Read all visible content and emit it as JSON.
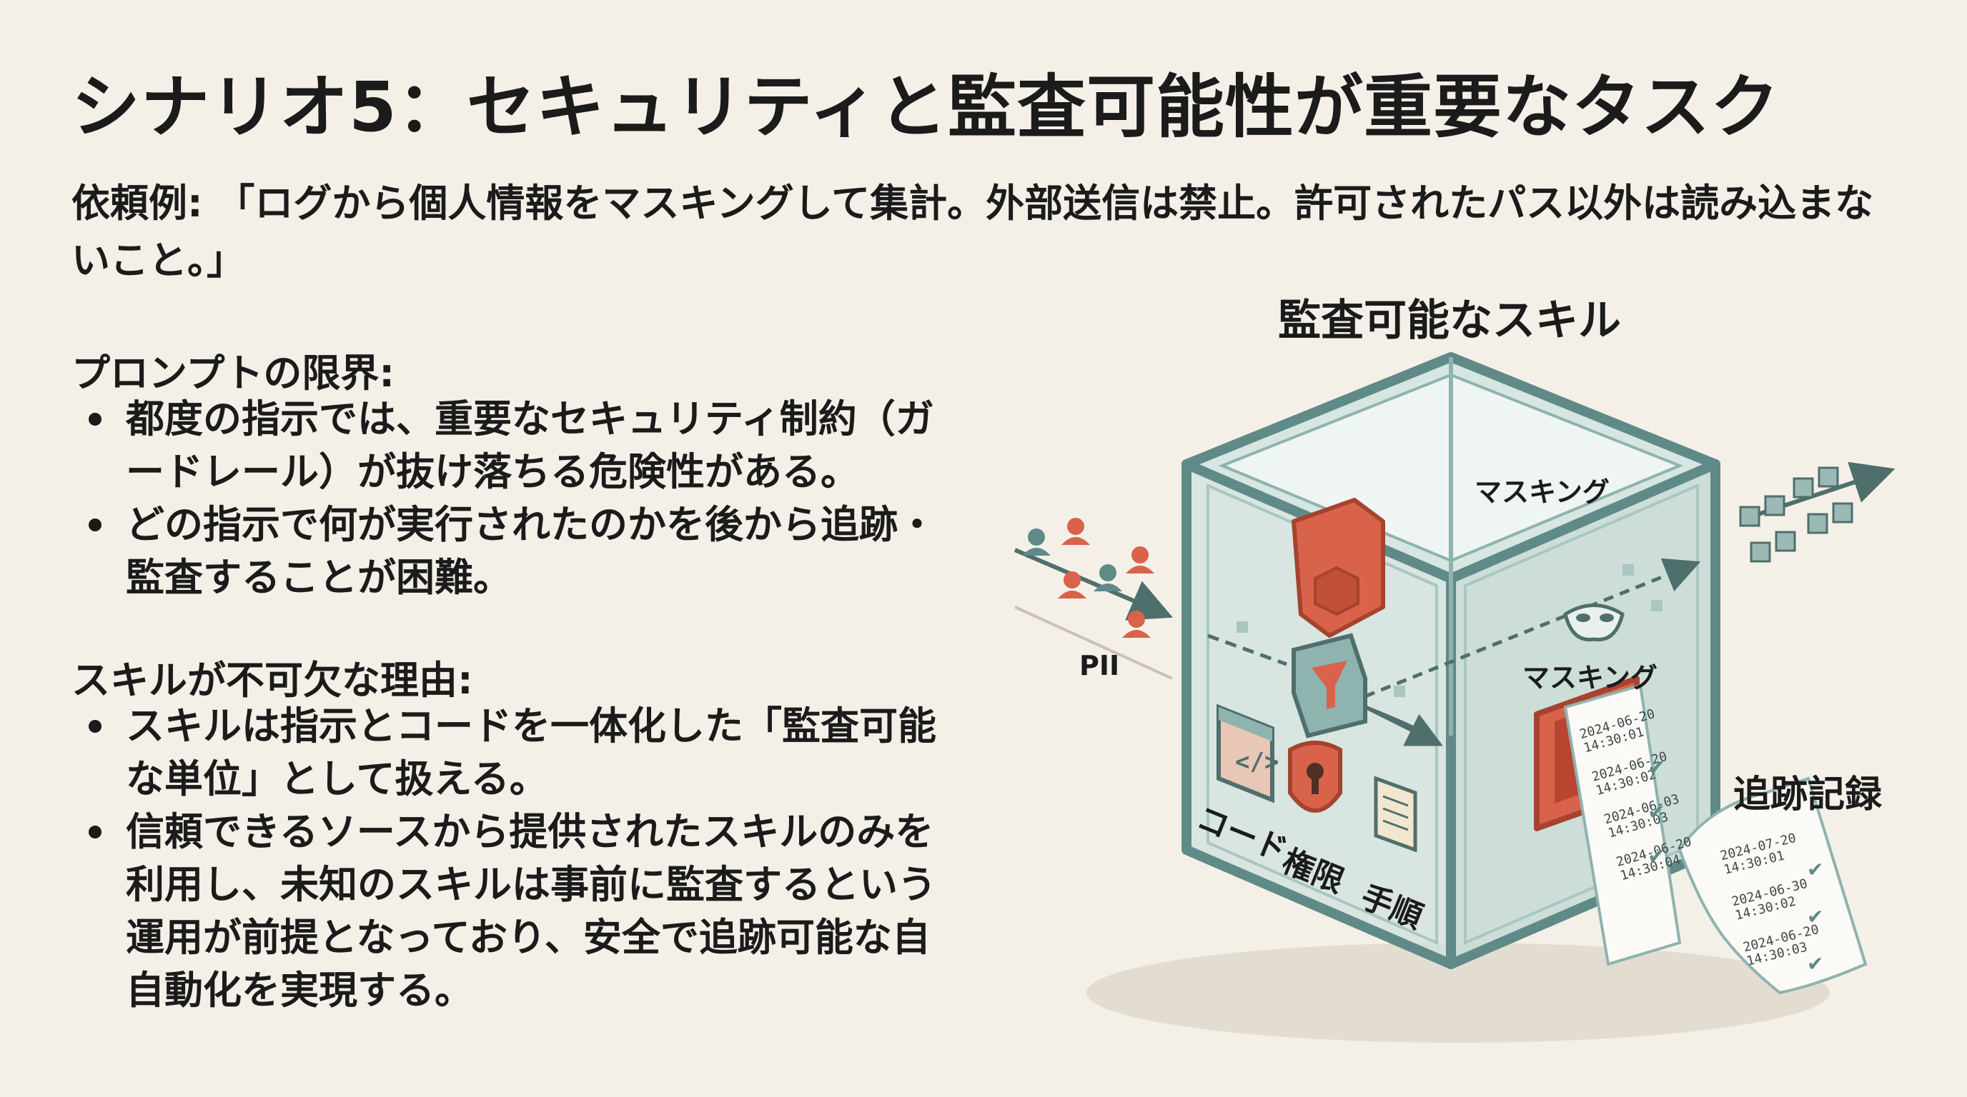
{
  "title": "シナリオ5：セキュリティと監査可能性が重要なタスク",
  "request": "依頼例: 「ログから個人情報をマスキングして集計。外部送信は禁止。許可されたパス以外は読み込まないこと。」",
  "limits": {
    "heading": "プロンプトの限界:",
    "items": [
      "都度の指示では、重要なセキュリティ制約（ガードレール）が抜け落ちる危険性がある。",
      "どの指示で何が実行されたのかを後から追跡・監査することが困難。"
    ]
  },
  "reasons": {
    "heading": "スキルが不可欠な理由:",
    "items": [
      "スキルは指示とコードを一体化した「監査可能な単位」として扱える。",
      "信頼できるソースから提供されたスキルのみを利用し、未知のスキルは事前に監査するという運用が前提となっており、安全で追跡可能な自自動化を実現する。"
    ]
  },
  "diagram": {
    "title": "監査可能なスキル",
    "pii_label": "PII",
    "masking_top": "マスキング",
    "masking_inner": "マスキング",
    "code_label": "コード",
    "permission_label": "権限",
    "procedure_label": "手順",
    "trace_label": "追跡記録",
    "log_entries": [
      {
        "date": "2024-06-20",
        "time": "14:30:01"
      },
      {
        "date": "2024-06-20",
        "time": "14:30:02"
      },
      {
        "date": "2024-06-03",
        "time": "14:30:03"
      },
      {
        "date": "2024-06-20",
        "time": "14:30:04"
      }
    ],
    "scroll_entries": [
      {
        "date": "2024-07-20",
        "time": "14:30:01"
      },
      {
        "date": "2024-06-30",
        "time": "14:30:02"
      },
      {
        "date": "2024-06-20",
        "time": "14:30:03"
      }
    ],
    "colors": {
      "glass": "#7aa3a0",
      "frame": "#5f8a87",
      "accent": "#d9634a",
      "person_red": "#d9634a",
      "person_teal": "#5f8a87"
    }
  }
}
